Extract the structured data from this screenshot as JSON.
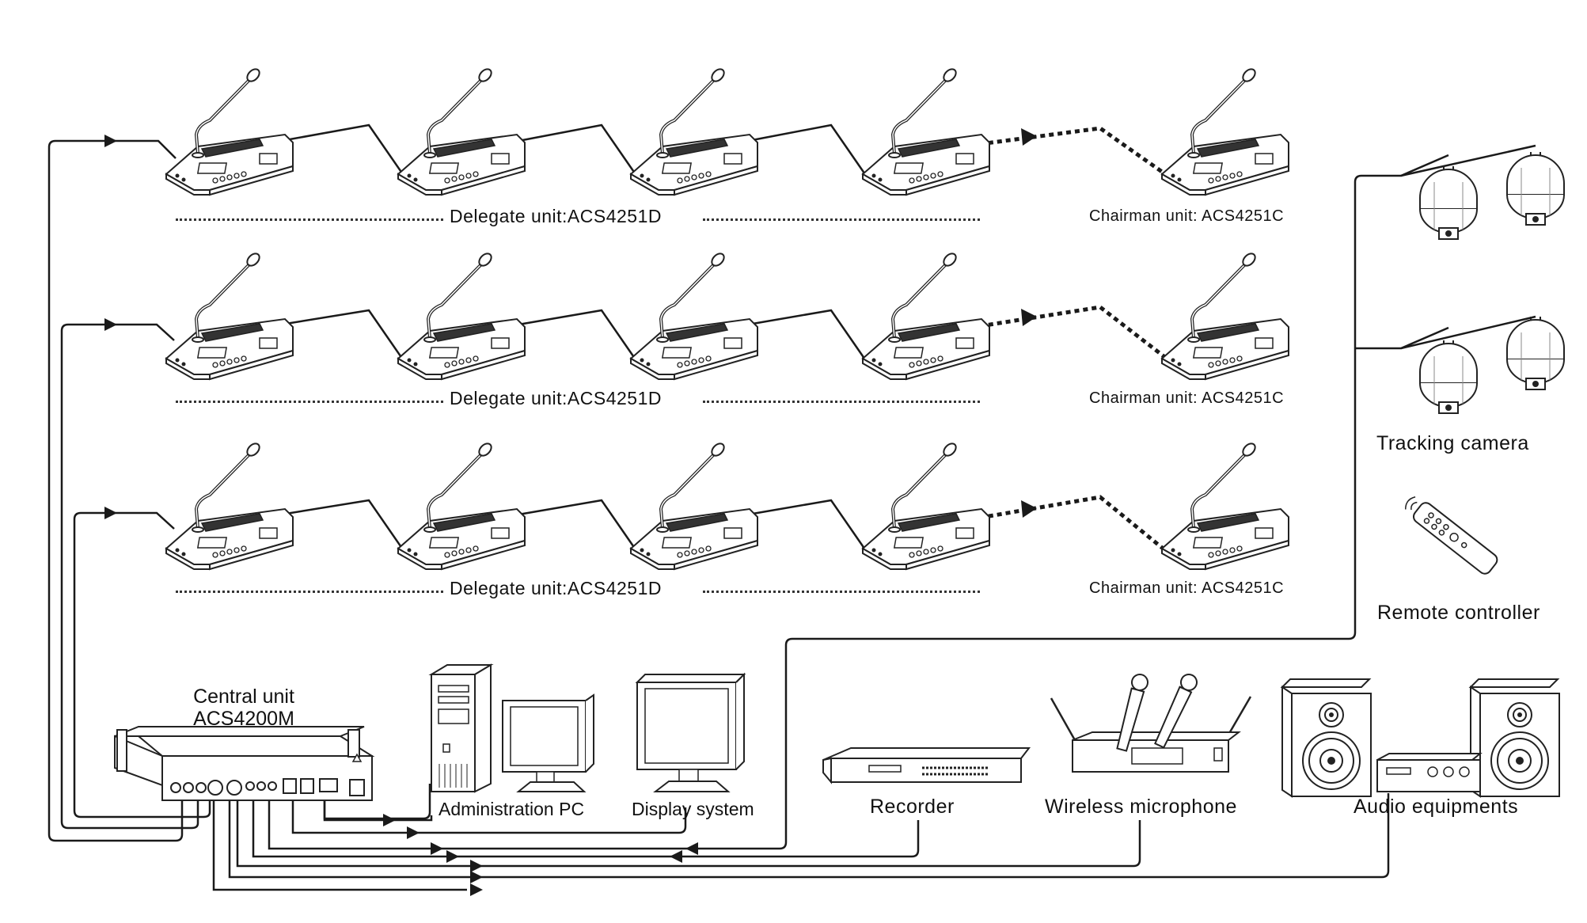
{
  "rows": [
    {
      "delegate_label": "Delegate unit:ACS4251D",
      "chairman_label": "Chairman unit: ACS4251C"
    },
    {
      "delegate_label": "Delegate unit:ACS4251D",
      "chairman_label": "Chairman unit: ACS4251C"
    },
    {
      "delegate_label": "Delegate unit:ACS4251D",
      "chairman_label": "Chairman unit: ACS4251C"
    }
  ],
  "central_unit": {
    "line1": "Central unit",
    "line2": "ACS4200M"
  },
  "devices": {
    "admin_pc": "Administration PC",
    "display": "Display system",
    "recorder": "Recorder",
    "wireless_mic": "Wireless microphone",
    "audio": "Audio equipments",
    "camera": "Tracking camera",
    "remote": "Remote controller"
  },
  "colors": {
    "line": "#1a1a1a",
    "stroke": "#222222",
    "fill": "#ffffff",
    "shade": "#555555"
  }
}
